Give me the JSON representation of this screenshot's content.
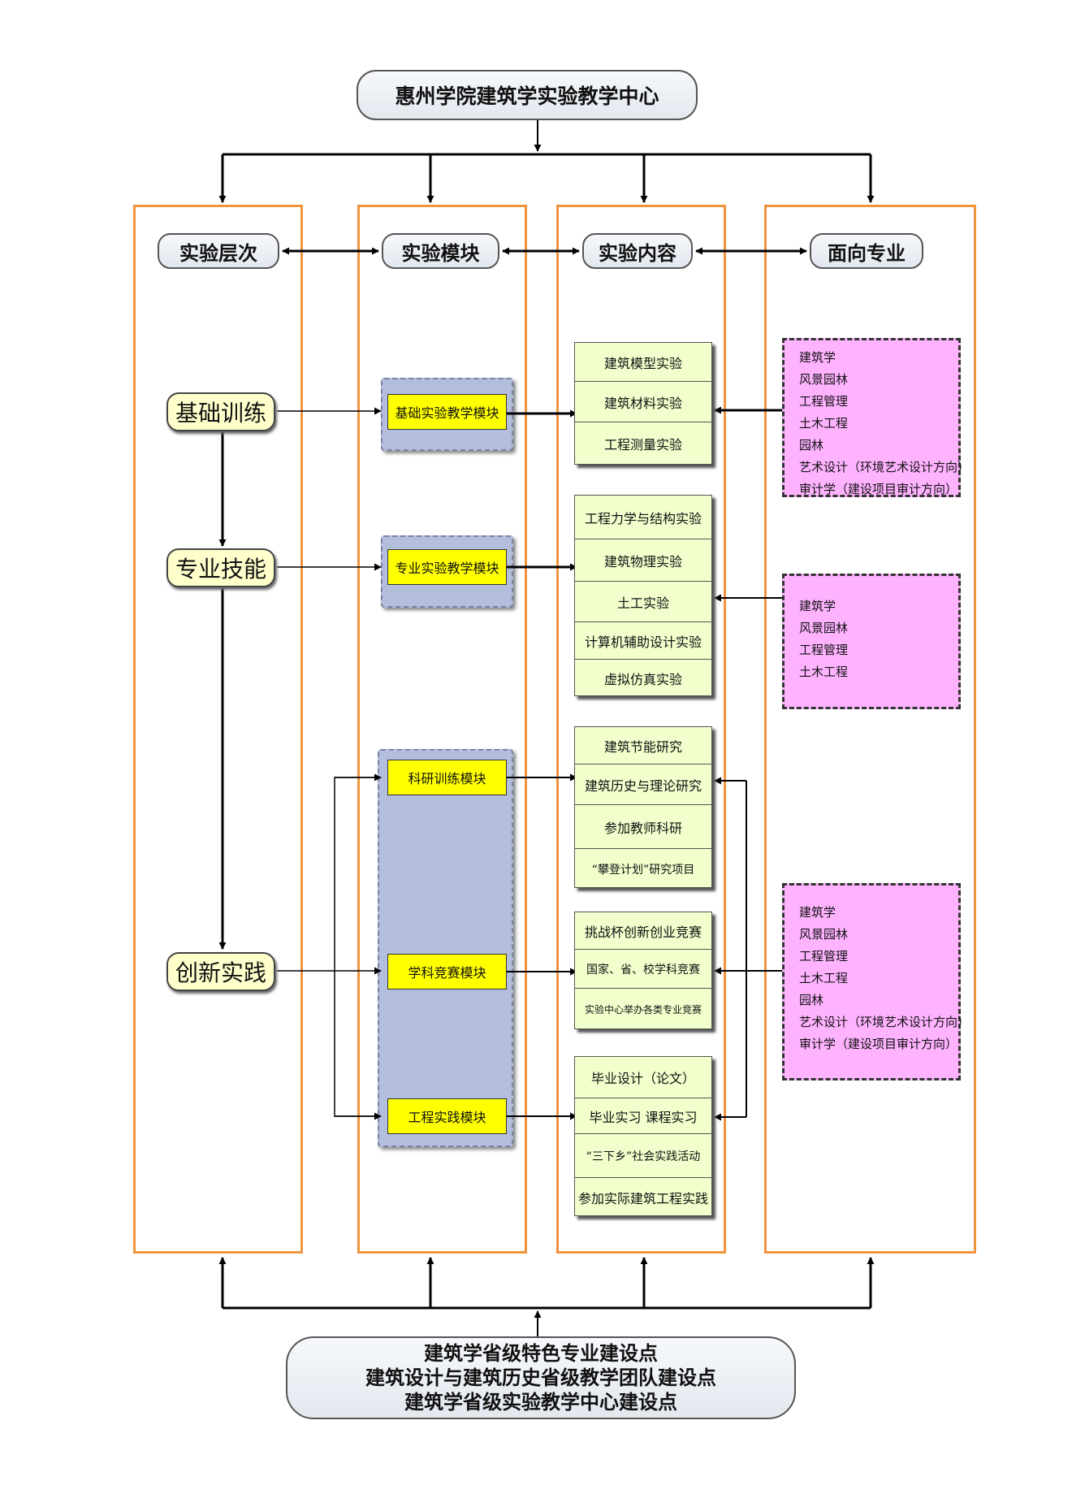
{
  "title": "惠州学院建筑学实验教学中心",
  "headers": [
    "实验层次",
    "实验模块",
    "实验内容",
    "面向专业"
  ],
  "levels": [
    "基础训练",
    "专业技能",
    "创新实践"
  ],
  "modules": [
    "基础实验教学模块",
    "专业实验教学模块",
    "科研训练模块",
    "学科竞赛模块",
    "工程实践模块"
  ],
  "content_groups": [
    [
      "建筑模型实验",
      "建筑材料实验",
      "工程测量实验"
    ],
    [
      "工程力学与结构实验",
      "建筑物理实验",
      "土工实验",
      "计算机辅助设计实验",
      "虚拟仿真实验"
    ],
    [
      "建筑节能研究",
      "建筑历史与理论研究",
      "参加教师科研",
      "“攀登计划”研究项目"
    ],
    [
      "挑战杯创新创业竞赛",
      "国家、省、校学科竞赛",
      "实验中心举办各类专业竞赛"
    ],
    [
      "毕业设计（论文）",
      "毕业实习  课程实习",
      "“三下乡”社会实践活动",
      "参加实际建筑工程实践"
    ]
  ],
  "majors": [
    [
      "建筑学",
      "风景园林",
      "工程管理",
      "土木工程",
      "园林",
      "艺术设计（环境艺术设计方向）",
      "审计学（建设项目审计方向）"
    ],
    [
      "建筑学",
      "风景园林",
      "工程管理",
      "土木工程"
    ],
    [
      "建筑学",
      "风景园林",
      "工程管理",
      "土木工程",
      "园林",
      "艺术设计（环境艺术设计方向）",
      "审计学（建设项目审计方向）"
    ]
  ],
  "bottom_lines": [
    "建筑学省级特色专业建设点",
    "建筑设计与建筑历史省级教学团队建设点",
    "建筑学省级实验教学中心建设点"
  ],
  "colors": {
    "column_border": "#f0943c",
    "module_box": "#ffff00",
    "module_bg": "#b3bedc",
    "content_box": "#f0ffcc",
    "major_box": "#ffb3ff",
    "level_box": "#ffffcc"
  }
}
